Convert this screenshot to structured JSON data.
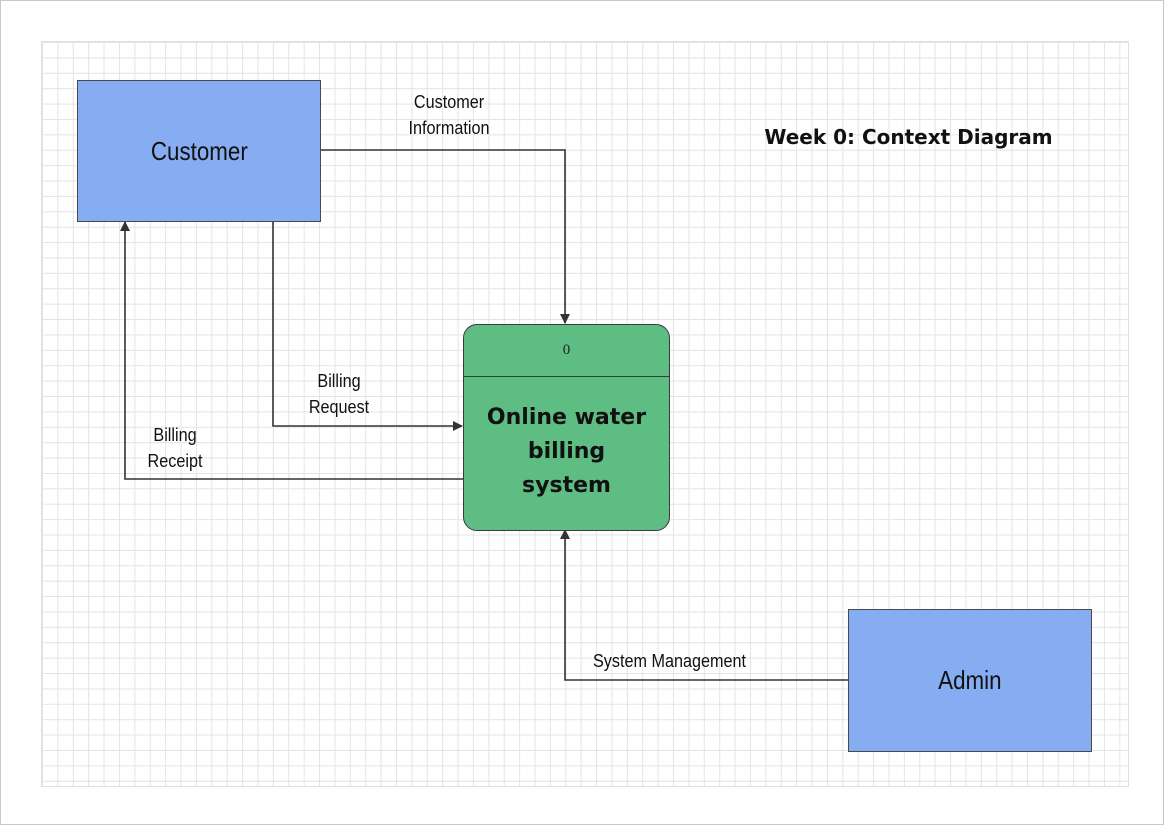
{
  "diagram": {
    "title": "Week 0: Context Diagram",
    "entities": {
      "customer": "Customer",
      "admin": "Admin"
    },
    "process": {
      "id": "0",
      "name": "Online water\nbilling\nsystem"
    },
    "flows": {
      "customer_information": "Customer\nInformation",
      "billing_request": "Billing\nRequest",
      "billing_receipt": "Billing\nReceipt",
      "system_management": "System Management"
    }
  },
  "colors": {
    "entity_fill": "#86adf2",
    "process_fill": "#5ebd82",
    "line": "#333333",
    "grid": "#e4e4e4"
  }
}
